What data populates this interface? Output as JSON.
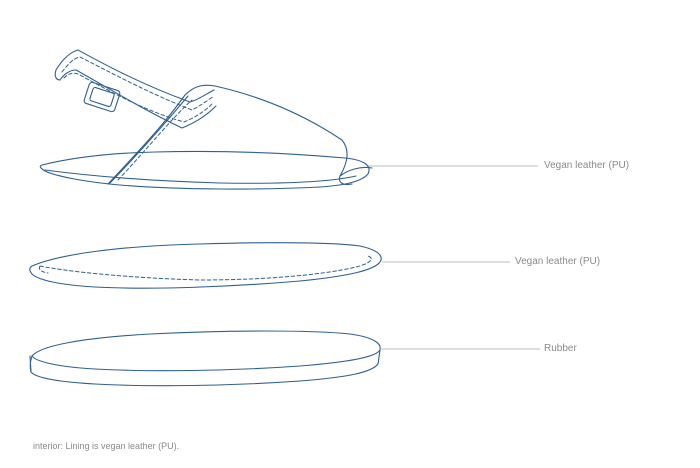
{
  "callouts": {
    "upper": "Vegan leather (PU)",
    "insole": "Vegan leather (PU)",
    "outsole": "Rubber"
  },
  "footnote": "interior: Lining is vegan leather (PU).",
  "colors": {
    "line": "#2f5f90",
    "leader": "#a9a9a9",
    "text": "#8a8a8a"
  }
}
